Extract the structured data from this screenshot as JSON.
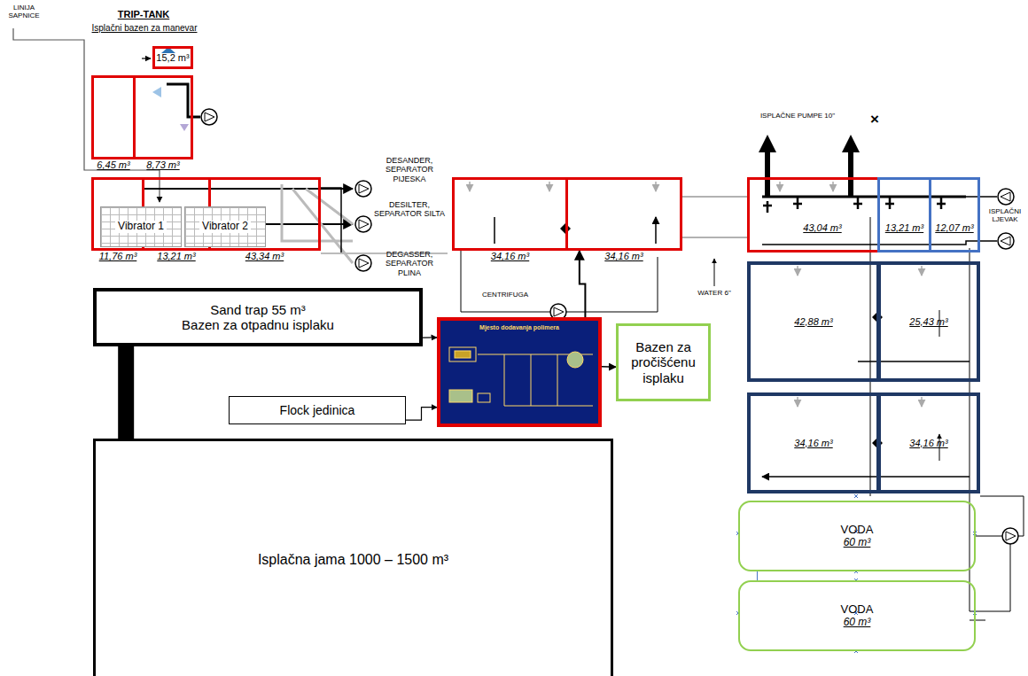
{
  "diagram": {
    "nodes": [
      {
        "text": [
          "15,2 m³"
        ]
      },
      {
        "text": [
          "6,45 m³"
        ]
      },
      {
        "text": [
          "8,73 m³"
        ]
      },
      {
        "text": [
          "11,76 m³"
        ]
      },
      {
        "text": [
          "13,21 m³"
        ]
      },
      {
        "text": [
          "43,34 m³"
        ]
      },
      {
        "text": [
          "Vibrator 1"
        ]
      },
      {
        "text": [
          "Vibrator 2"
        ]
      },
      {
        "text": [
          "34,16 m³"
        ]
      },
      {
        "text": [
          "34,16 m³"
        ]
      },
      {
        "text": [
          "43,04 m³"
        ]
      },
      {
        "text": [
          "13,21 m³"
        ]
      },
      {
        "text": [
          "12,07 m³"
        ]
      },
      {
        "text": [
          "Sand trap  55 m³",
          "Bazen za otpadnu isplaku"
        ]
      },
      {
        "text": [
          "Mjesto dodavanja polimera"
        ]
      },
      {
        "text": [
          "Bazen za pročišćenu isplaku"
        ]
      },
      {
        "text": [
          "42,88 m³"
        ]
      },
      {
        "text": [
          "25,43 m³"
        ]
      },
      {
        "text": [
          "Flock jedinica"
        ]
      },
      {
        "text": [
          "34,16 m³"
        ]
      },
      {
        "text": [
          "34,16 m³"
        ]
      },
      {
        "text": [
          "Isplačna jama 1000 – 1500 m³"
        ]
      },
      {
        "text": [
          "VODA",
          "60 m³"
        ]
      },
      {
        "text": [
          "VODA",
          "60 m³"
        ]
      }
    ],
    "edges": [
      {
        "from": 18,
        "to": 14,
        "arrow": "to"
      },
      {
        "from": 14,
        "to": 15,
        "arrow": "to"
      },
      {
        "from": 13,
        "to": 14,
        "arrow": "to"
      },
      {
        "from": 13,
        "to": 21,
        "arrow": "none"
      },
      {
        "from": 14,
        "to": 9,
        "arrow": "to"
      },
      {
        "from": 22,
        "to": 23,
        "arrow": "none"
      }
    ],
    "labels": [
      "LINIJA SAPNICE",
      "TRIP-TANK",
      "Isplačni bazen za manevar",
      "DESANDER, SEPARATOR PIJESKA",
      "DESILTER, SEPARATOR SILTA",
      "DEGASSER, SEPARATOR PLINA",
      "ISPLAČNE PUMPE 10\"",
      "×",
      "ISPLAČNI LJEVAK",
      "CENTRIFUGA",
      "WATER 6\""
    ]
  }
}
